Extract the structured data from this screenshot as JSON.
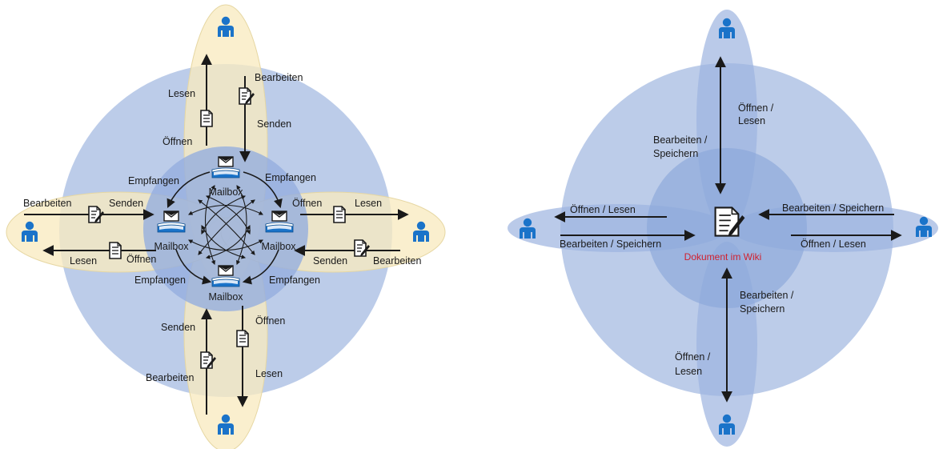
{
  "colors": {
    "blue_outer": "#bccce9",
    "blue_mid": "#9db4df",
    "blue_inner": "#7f9dd2",
    "yellow": "#f8ebc0",
    "yellow_stroke": "#e6d7a3",
    "person": "#1a73c9",
    "wiki_red": "#d0202e"
  },
  "left": {
    "mailbox_label": "Mailbox",
    "labels": {
      "top_read": "Lesen",
      "top_edit": "Bearbeiten",
      "top_send": "Senden",
      "top_open": "Öffnen",
      "tl_receive": "Empfangen",
      "tr_receive": "Empfangen",
      "bl_receive": "Empfangen",
      "br_receive": "Empfangen",
      "left_edit": "Bearbeiten",
      "left_send": "Senden",
      "left_read": "Lesen",
      "left_open": "Öffnen",
      "right_open": "Öffnen",
      "right_read": "Lesen",
      "right_send": "Senden",
      "right_edit": "Bearbeiten",
      "bottom_send": "Senden",
      "bottom_edit": "Bearbeiten",
      "bottom_open": "Öffnen",
      "bottom_read": "Lesen"
    }
  },
  "right": {
    "center_label": "Dokument im Wiki",
    "labels": {
      "top_open_1": "Öffnen /",
      "top_open_2": "Lesen",
      "top_edit_1": "Bearbeiten /",
      "top_edit_2": "Speichern",
      "left_open": "Öffnen / Lesen",
      "left_edit": "Bearbeiten / Speichern",
      "right_edit": "Bearbeiten / Speichern",
      "right_open": "Öffnen / Lesen",
      "bottom_edit_1": "Bearbeiten /",
      "bottom_edit_2": "Speichern",
      "bottom_open_1": "Öffnen /",
      "bottom_open_2": "Lesen"
    }
  }
}
